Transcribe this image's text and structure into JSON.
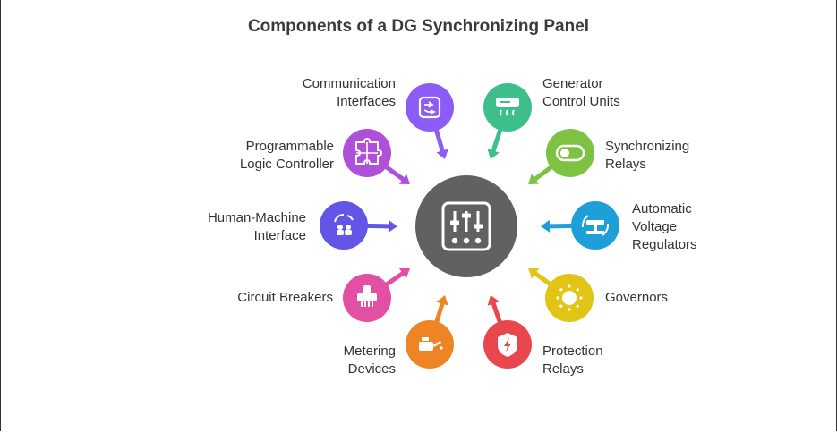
{
  "title": "Components of a DG Synchronizing Panel",
  "center": {
    "color": "#616161",
    "icon": "sliders-icon"
  },
  "components": [
    {
      "id": "communication-interfaces",
      "lines": [
        "Communication",
        "Interfaces"
      ],
      "color": "#8B5CF6",
      "icon": "share-arrows-icon"
    },
    {
      "id": "generator-control-units",
      "lines": [
        "Generator",
        "Control Units"
      ],
      "color": "#3DBE8B",
      "icon": "heater-unit-icon"
    },
    {
      "id": "synchronizing-relays",
      "lines": [
        "Synchronizing",
        "Relays"
      ],
      "color": "#7DC242",
      "icon": "toggle-switch-icon"
    },
    {
      "id": "automatic-voltage-regulators",
      "lines": [
        "Automatic",
        "Voltage",
        "Regulators"
      ],
      "color": "#1E9FD8",
      "icon": "rotate-regulator-icon"
    },
    {
      "id": "governors",
      "lines": [
        "Governors"
      ],
      "color": "#E2C416",
      "icon": "knob-icon"
    },
    {
      "id": "protection-relays",
      "lines": [
        "Protection",
        "Relays"
      ],
      "color": "#E8474E",
      "icon": "shield-bolt-icon"
    },
    {
      "id": "metering-devices",
      "lines": [
        "Metering",
        "Devices"
      ],
      "color": "#EE8524",
      "icon": "oil-can-icon"
    },
    {
      "id": "circuit-breakers",
      "lines": [
        "Circuit Breakers"
      ],
      "color": "#E34FA3",
      "icon": "plug-icon"
    },
    {
      "id": "human-machine-interface",
      "lines": [
        "Human-Machine",
        "Interface"
      ],
      "color": "#6355E6",
      "icon": "user-sync-icon"
    },
    {
      "id": "programmable-logic-controller",
      "lines": [
        "Programmable",
        "Logic Controller"
      ],
      "color": "#B04FD9",
      "icon": "puzzle-icon"
    }
  ]
}
